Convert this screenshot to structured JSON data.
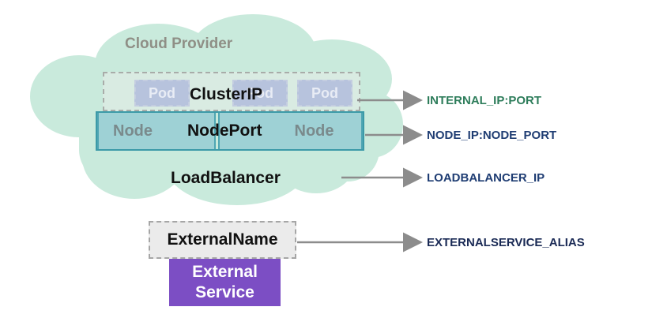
{
  "cloud": {
    "title": "Cloud Provider"
  },
  "pods": [
    "Pod",
    "Pod",
    "Pod"
  ],
  "nodes": [
    "Node",
    "Node"
  ],
  "services": {
    "clusterip": "ClusterIP",
    "nodeport": "NodePort",
    "loadbalancer": "LoadBalancer",
    "externalname": "ExternalName"
  },
  "external_service": {
    "line1": "External",
    "line2": "Service"
  },
  "endpoints": {
    "clusterip": "INTERNAL_IP:PORT",
    "nodeport": "NODE_IP:NODE_PORT",
    "loadbalancer": "LOADBALANCER_IP",
    "externalname": "EXTERNALSERVICE_ALIAS"
  },
  "colors": {
    "cloud_fill": "#c9eadc",
    "internal_ip": "#2e7d5b",
    "node_ip": "#1f3d73",
    "loadbalancer_ip": "#1f3d73",
    "external_alias": "#1a2a55",
    "arrow": "#8c8c8c",
    "external_service": "#7c4ec4"
  }
}
